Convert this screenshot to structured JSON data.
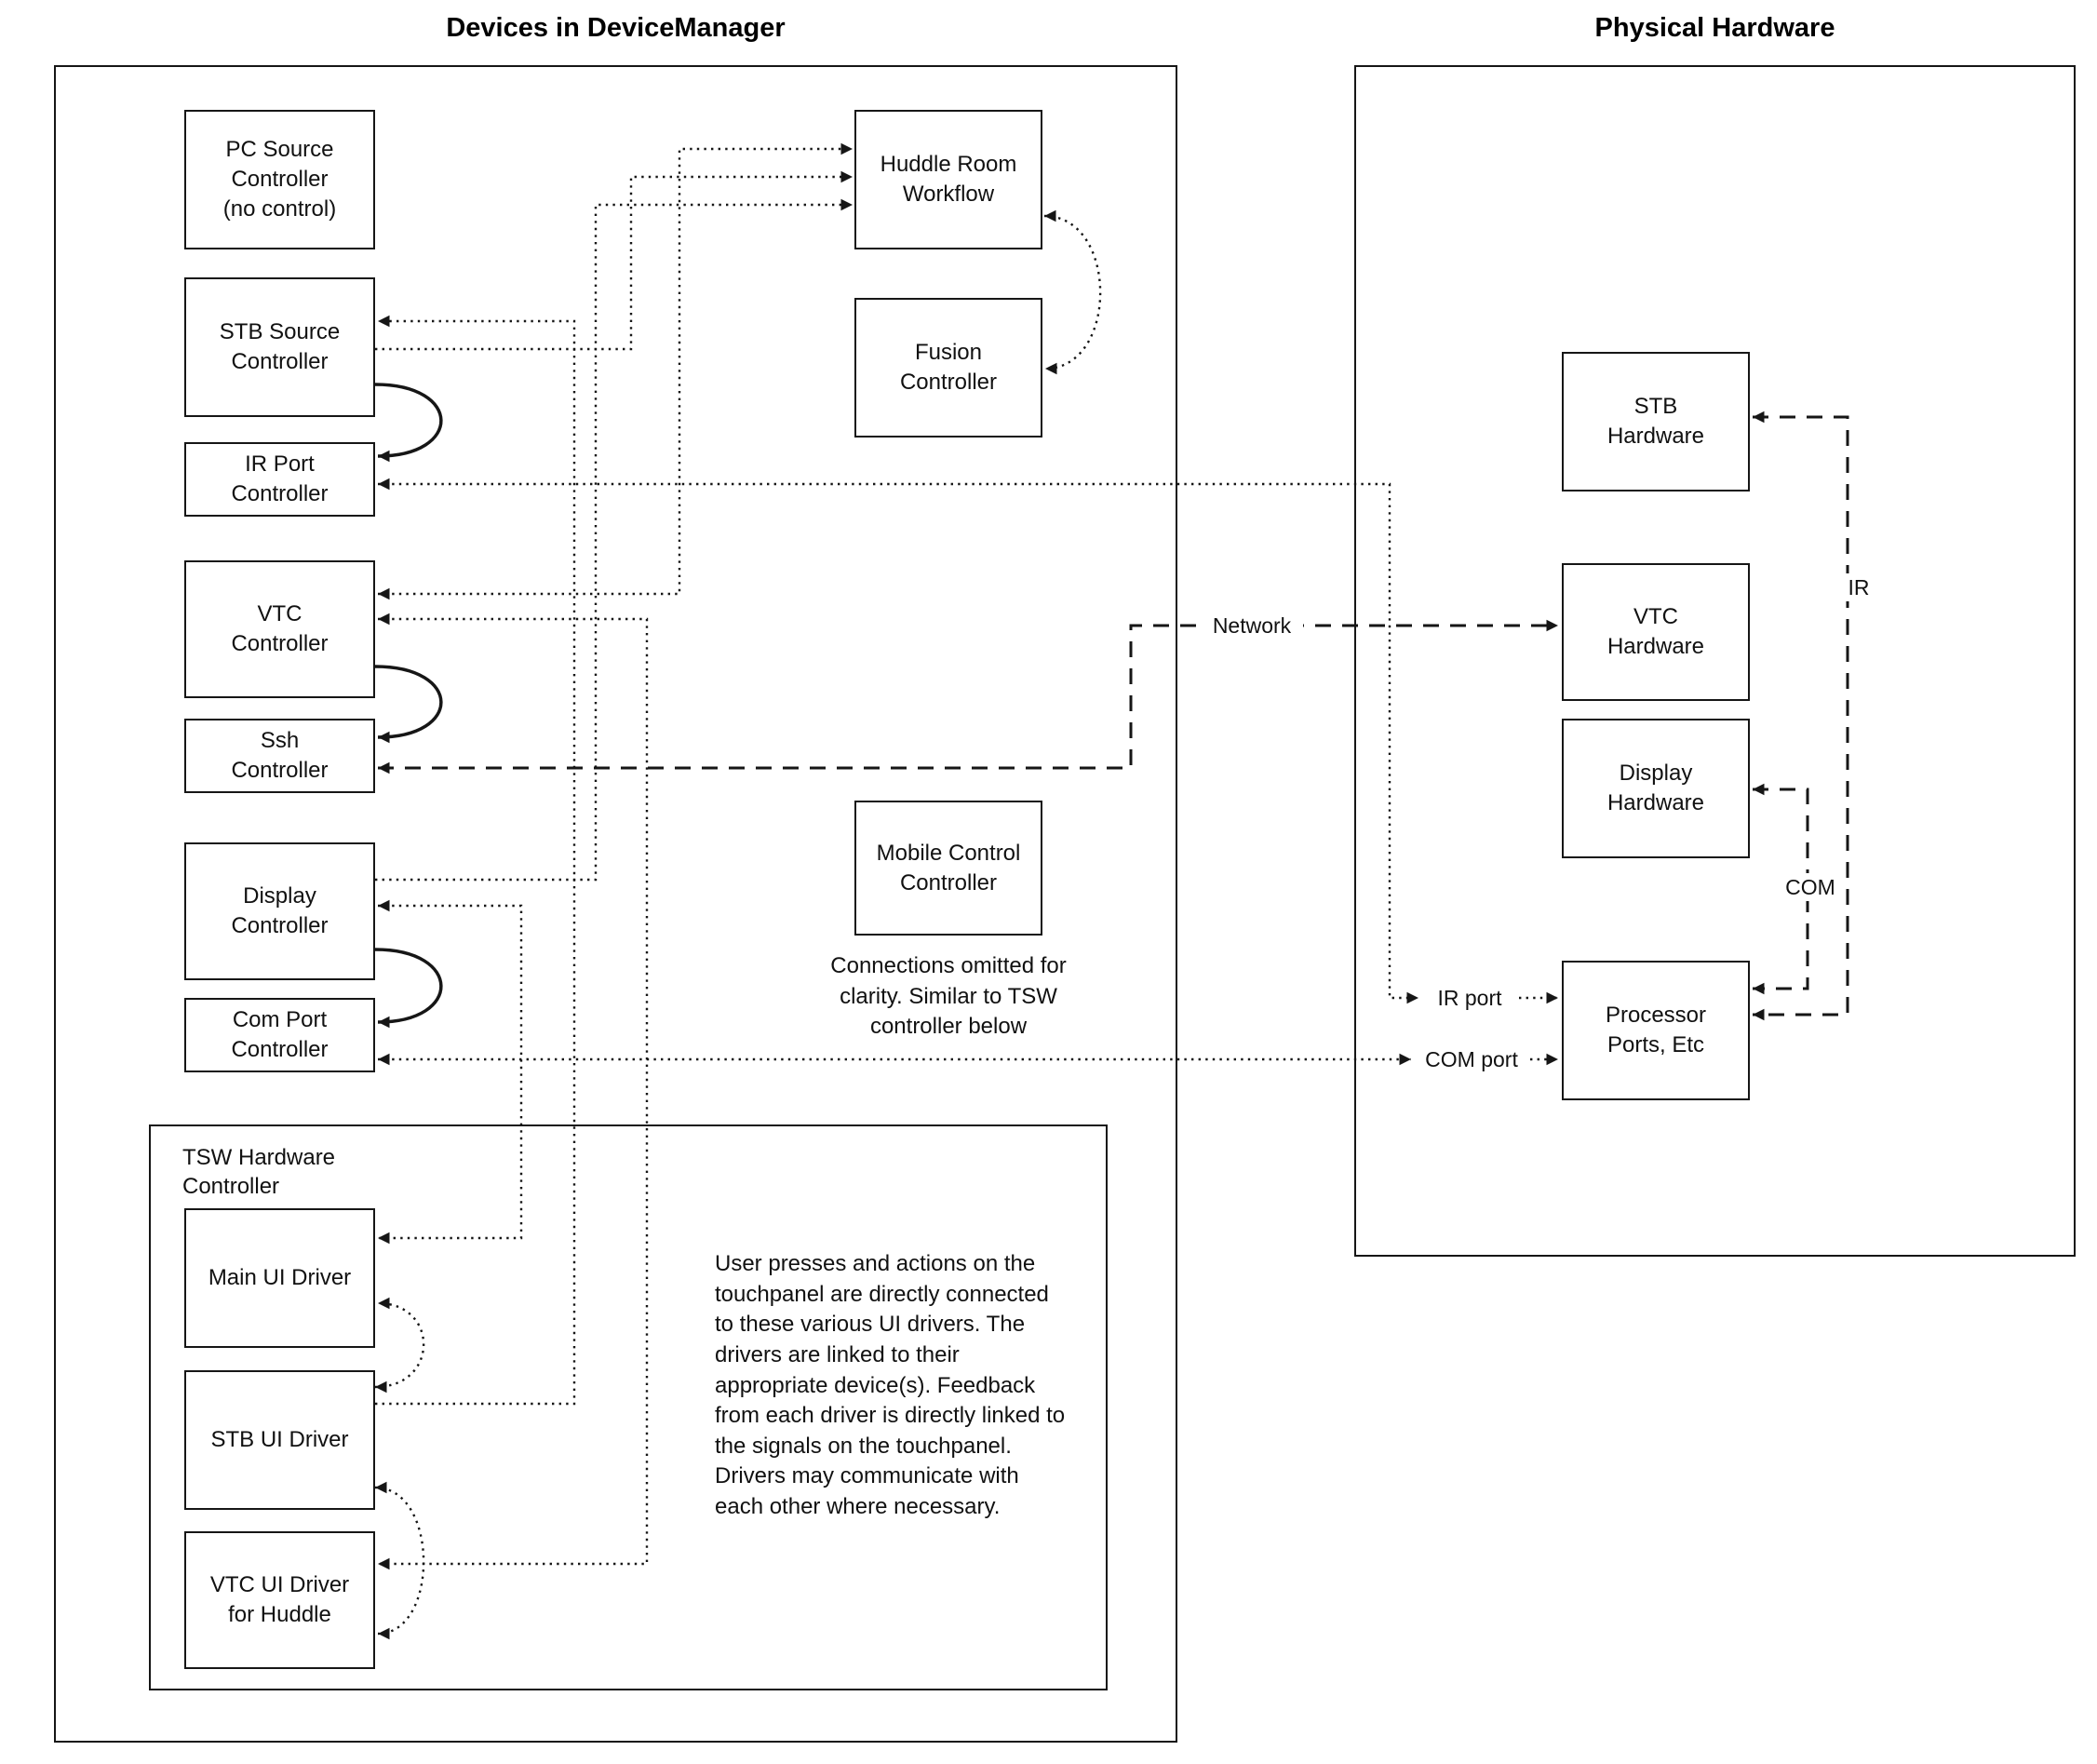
{
  "titles": {
    "left": "Devices in DeviceManager",
    "right": "Physical Hardware"
  },
  "device_manager": {
    "nodes": {
      "pc_source": "PC Source\nController\n(no control)",
      "stb_source": "STB Source\nController",
      "ir_port": "IR Port\nController",
      "vtc": "VTC\nController",
      "ssh": "Ssh\nController",
      "display": "Display\nController",
      "com_port": "Com Port\nController",
      "huddle": "Huddle Room\nWorkflow",
      "fusion": "Fusion\nController",
      "mobile": "Mobile Control\nController"
    },
    "mobile_note": "Connections omitted for\nclarity. Similar to TSW\ncontroller below",
    "tsw": {
      "label": "TSW Hardware\nController",
      "nodes": {
        "main_ui": "Main UI Driver",
        "stb_ui": "STB UI Driver",
        "vtc_ui": "VTC UI Driver\nfor Huddle"
      },
      "note": "User presses and actions on the touchpanel are directly connected to these various UI drivers.  The drivers are linked to their appropriate device(s). Feedback from each driver is directly linked to the signals on the touchpanel. Drivers may communicate with each other where necessary."
    }
  },
  "physical_hardware": {
    "nodes": {
      "stb_hw": "STB\nHardware",
      "vtc_hw": "VTC\nHardware",
      "display_hw": "Display\nHardware",
      "proc": "Processor\nPorts, Etc"
    }
  },
  "line_labels": {
    "network": "Network",
    "ir": "IR",
    "com": "COM",
    "ir_port": "IR port",
    "com_port": "COM port"
  }
}
